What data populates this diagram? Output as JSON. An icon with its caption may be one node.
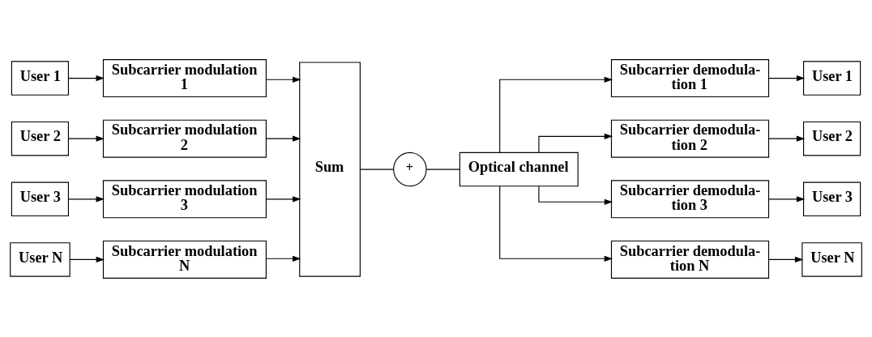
{
  "diagram": {
    "nodes": [
      {
        "text": [
          "User 1"
        ]
      },
      {
        "text": [
          "User 2"
        ]
      },
      {
        "text": [
          "User 3"
        ]
      },
      {
        "text": [
          "User N"
        ]
      },
      {
        "text": [
          "Subcarrier modulation 1"
        ]
      },
      {
        "text": [
          "Subcarrier modulation 2"
        ]
      },
      {
        "text": [
          "Subcarrier modulation 3"
        ]
      },
      {
        "text": [
          "Subcarrier modulation N"
        ]
      },
      {
        "text": [
          "Sum"
        ]
      },
      {
        "text": [
          "+"
        ]
      },
      {
        "text": [
          "Optical channel"
        ]
      },
      {
        "text": [
          "Subcarrier demodula- tion 1"
        ]
      },
      {
        "text": [
          "Subcarrier demodula- tion 2"
        ]
      },
      {
        "text": [
          "Subcarrier demodula- tion 3"
        ]
      },
      {
        "text": [
          "Subcarrier demodula- tion N"
        ]
      },
      {
        "text": [
          "User 1"
        ]
      },
      {
        "text": [
          "User 2"
        ]
      },
      {
        "text": [
          "User 3"
        ]
      },
      {
        "text": [
          "User N"
        ]
      }
    ],
    "edges": [
      {
        "from": 0,
        "to": 4,
        "arrow": "to"
      },
      {
        "from": 1,
        "to": 5,
        "arrow": "to"
      },
      {
        "from": 2,
        "to": 6,
        "arrow": "to"
      },
      {
        "from": 3,
        "to": 7,
        "arrow": "to"
      },
      {
        "from": 4,
        "to": 8,
        "arrow": "to"
      },
      {
        "from": 5,
        "to": 8,
        "arrow": "to"
      },
      {
        "from": 6,
        "to": 8,
        "arrow": "to"
      },
      {
        "from": 7,
        "to": 8,
        "arrow": "to"
      },
      {
        "from": 8,
        "to": 9,
        "arrow": "none"
      },
      {
        "from": 9,
        "to": 10,
        "arrow": "none"
      },
      {
        "from": 10,
        "to": 11,
        "arrow": "to"
      },
      {
        "from": 10,
        "to": 12,
        "arrow": "to"
      },
      {
        "from": 10,
        "to": 13,
        "arrow": "to"
      },
      {
        "from": 10,
        "to": 14,
        "arrow": "to"
      },
      {
        "from": 11,
        "to": 15,
        "arrow": "to"
      },
      {
        "from": 12,
        "to": 16,
        "arrow": "to"
      },
      {
        "from": 13,
        "to": 17,
        "arrow": "to"
      },
      {
        "from": 14,
        "to": 18,
        "arrow": "to"
      }
    ]
  }
}
